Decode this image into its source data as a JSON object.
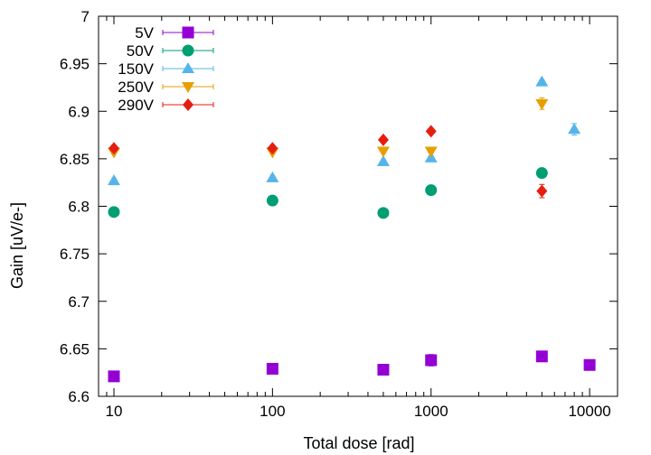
{
  "chart_data": {
    "type": "scatter",
    "xlabel": "Total dose [rad]",
    "ylabel": "Gain [uV/e-]",
    "xscale": "log",
    "xlim": [
      8,
      15000
    ],
    "ylim": [
      6.6,
      7.0
    ],
    "xticks": [
      10,
      100,
      1000,
      10000
    ],
    "xtick_labels": [
      "10",
      "100",
      "1000",
      "10000"
    ],
    "yticks": [
      6.6,
      6.65,
      6.7,
      6.75,
      6.8,
      6.85,
      6.9,
      6.95,
      7.0
    ],
    "ytick_labels": [
      "6.6",
      "6.65",
      "6.7",
      "6.75",
      "6.8",
      "6.85",
      "6.9",
      "6.95",
      "7"
    ],
    "grid": false,
    "legend_position": "top-left",
    "series": [
      {
        "name": "5V",
        "color": "#9400d3",
        "marker": "square",
        "points": [
          {
            "x": 10,
            "y": 6.621,
            "err": 0.002
          },
          {
            "x": 100,
            "y": 6.629,
            "err": 0.002
          },
          {
            "x": 500,
            "y": 6.628,
            "err": 0.002
          },
          {
            "x": 1000,
            "y": 6.638,
            "err": 0.006
          },
          {
            "x": 5000,
            "y": 6.642,
            "err": 0.002
          },
          {
            "x": 10000,
            "y": 6.633,
            "err": 0.002
          }
        ]
      },
      {
        "name": "50V",
        "color": "#009e73",
        "marker": "circle",
        "points": [
          {
            "x": 10,
            "y": 6.794,
            "err": 0.002
          },
          {
            "x": 100,
            "y": 6.806,
            "err": 0.002
          },
          {
            "x": 500,
            "y": 6.793,
            "err": 0.002
          },
          {
            "x": 1000,
            "y": 6.817,
            "err": 0.002
          },
          {
            "x": 5000,
            "y": 6.835,
            "err": 0.002
          }
        ]
      },
      {
        "name": "150V",
        "color": "#56b4e9",
        "marker": "triangle-up",
        "points": [
          {
            "x": 10,
            "y": 6.827,
            "err": 0.002
          },
          {
            "x": 100,
            "y": 6.83,
            "err": 0.002
          },
          {
            "x": 500,
            "y": 6.847,
            "err": 0.002
          },
          {
            "x": 1000,
            "y": 6.851,
            "err": 0.002
          },
          {
            "x": 5000,
            "y": 6.931,
            "err": 0.002
          },
          {
            "x": 8000,
            "y": 6.881,
            "err": 0.006
          }
        ]
      },
      {
        "name": "250V",
        "color": "#e69f00",
        "marker": "triangle-down",
        "points": [
          {
            "x": 10,
            "y": 6.857,
            "err": 0.002
          },
          {
            "x": 100,
            "y": 6.857,
            "err": 0.002
          },
          {
            "x": 500,
            "y": 6.858,
            "err": 0.002
          },
          {
            "x": 1000,
            "y": 6.858,
            "err": 0.002
          },
          {
            "x": 5000,
            "y": 6.908,
            "err": 0.006
          }
        ]
      },
      {
        "name": "290V",
        "color": "#e51e10",
        "marker": "diamond",
        "points": [
          {
            "x": 10,
            "y": 6.861,
            "err": 0.002
          },
          {
            "x": 100,
            "y": 6.861,
            "err": 0.002
          },
          {
            "x": 500,
            "y": 6.87,
            "err": 0.002
          },
          {
            "x": 1000,
            "y": 6.879,
            "err": 0.002
          },
          {
            "x": 5000,
            "y": 6.816,
            "err": 0.007
          }
        ]
      }
    ]
  }
}
